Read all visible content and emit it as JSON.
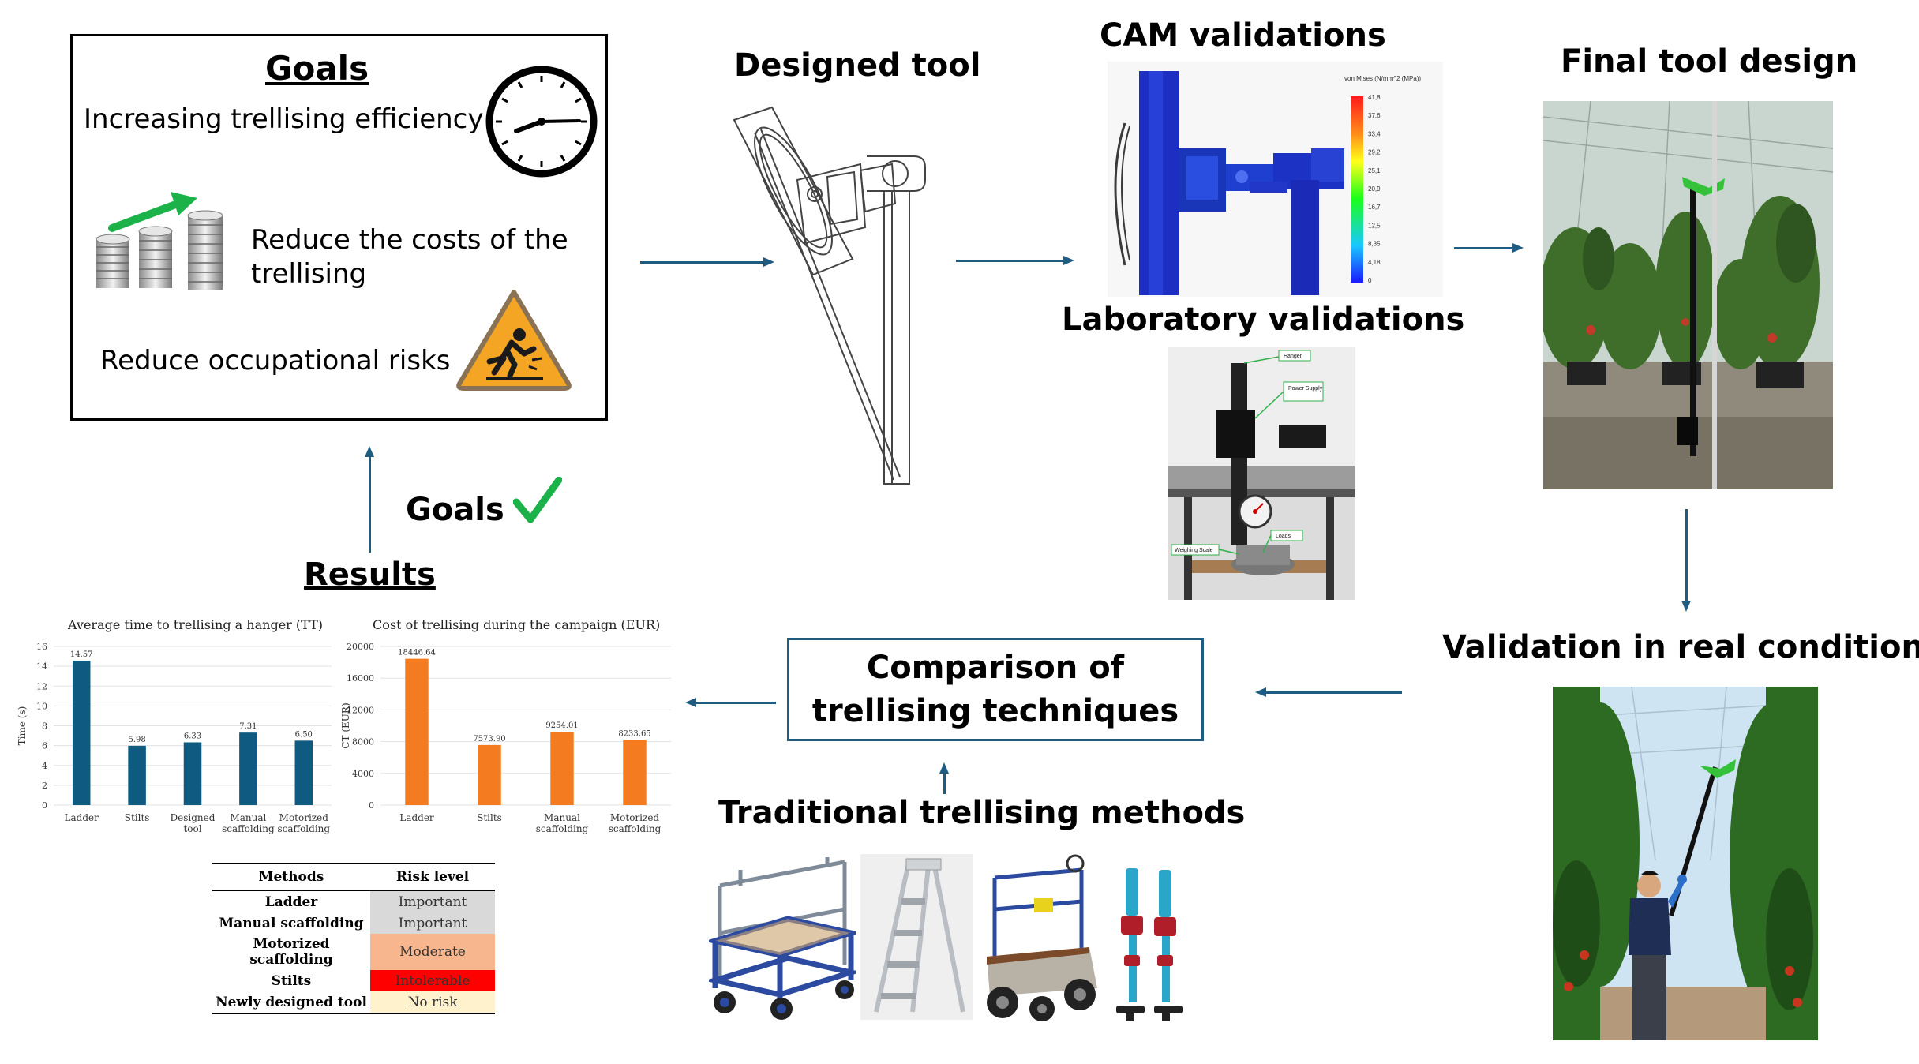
{
  "colors": {
    "arrow": "#1f5c82",
    "bar_time": "#0e5a80",
    "bar_cost": "#f47b20",
    "check": "#1bb24a",
    "risk_important": "#d9d9d9",
    "risk_moderate": "#f8b68e",
    "risk_intolerable": "#ff0000",
    "risk_none": "#fff2cc"
  },
  "goals": {
    "title": "Goals",
    "items": [
      {
        "text": "Increasing trellising efficiency",
        "icon": "clock-icon"
      },
      {
        "text": "Reduce the costs of the",
        "text2": "trellising",
        "icon": "coins-trend-icon"
      },
      {
        "text": "Reduce occupational risks",
        "icon": "slip-hazard-warning-icon"
      }
    ]
  },
  "feedback": {
    "label": "Goals",
    "icon": "checkmark-icon"
  },
  "headings": {
    "designed_tool": "Designed tool",
    "cam": "CAM validations",
    "lab": "Laboratory validations",
    "final": "Final tool design",
    "real": "Validation in real conditions",
    "comparison_line1": "Comparison of",
    "comparison_line2": "trellising techniques",
    "traditional": "Traditional trellising methods",
    "results": "Results"
  },
  "cam_legend": {
    "title": "von Mises (N/mm^2 (MPa))",
    "values": [
      "41,8",
      "37,6",
      "33,4",
      "29,2",
      "25,1",
      "20,9",
      "16,7",
      "12,5",
      "8,35",
      "4,18",
      "0"
    ]
  },
  "lab_labels": {
    "hanger": "Hanger",
    "power": "Power Supply",
    "loads": "Loads",
    "scale": "Weighing Scale"
  },
  "chart_data": [
    {
      "type": "bar",
      "title": "Average time to trellising a hanger (TT)",
      "ylabel": "Time (s)",
      "ylim": [
        0,
        16
      ],
      "yticks": [
        0,
        2,
        4,
        6,
        8,
        10,
        12,
        14,
        16
      ],
      "categories": [
        [
          "Ladder"
        ],
        [
          "Stilts"
        ],
        [
          "Designed",
          "tool"
        ],
        [
          "Manual",
          "scaffolding"
        ],
        [
          "Motorized",
          "scaffolding"
        ]
      ],
      "values": [
        14.57,
        5.98,
        6.33,
        7.31,
        6.5
      ],
      "value_labels": [
        "14.57",
        "5.98",
        "6.33",
        "7.31",
        "6.50"
      ]
    },
    {
      "type": "bar",
      "title": "Cost of trellising during the campaign (EUR)",
      "ylabel": "CT (EUR)",
      "ylim": [
        0,
        20000
      ],
      "yticks": [
        0,
        4000,
        8000,
        12000,
        16000,
        20000
      ],
      "categories": [
        [
          "Ladder"
        ],
        [
          "Stilts"
        ],
        [
          "Manual",
          "scaffolding"
        ],
        [
          "Motorized",
          "scaffolding"
        ]
      ],
      "values": [
        18446.64,
        7573.9,
        9254.01,
        8233.65
      ],
      "value_labels": [
        "18446.64",
        "7573.90",
        "9254.01",
        "8233.65"
      ]
    }
  ],
  "risk_table": {
    "headers": [
      "Methods",
      "Risk level"
    ],
    "rows": [
      {
        "method": "Ladder",
        "risk": "Important",
        "level": "important"
      },
      {
        "method": "Manual scaffolding",
        "risk": "Important",
        "level": "important"
      },
      {
        "method": "Motorized scaffolding",
        "risk": "Moderate",
        "level": "moderate"
      },
      {
        "method": "Stilts",
        "risk": "Intolerable",
        "level": "intolerable"
      },
      {
        "method": "Newly designed tool",
        "risk": "No risk",
        "level": "none"
      }
    ]
  },
  "traditional_methods": [
    "scaffolding-cart-icon",
    "stepladder-icon",
    "motorized-scaffolding-icon",
    "stilts-icon"
  ]
}
